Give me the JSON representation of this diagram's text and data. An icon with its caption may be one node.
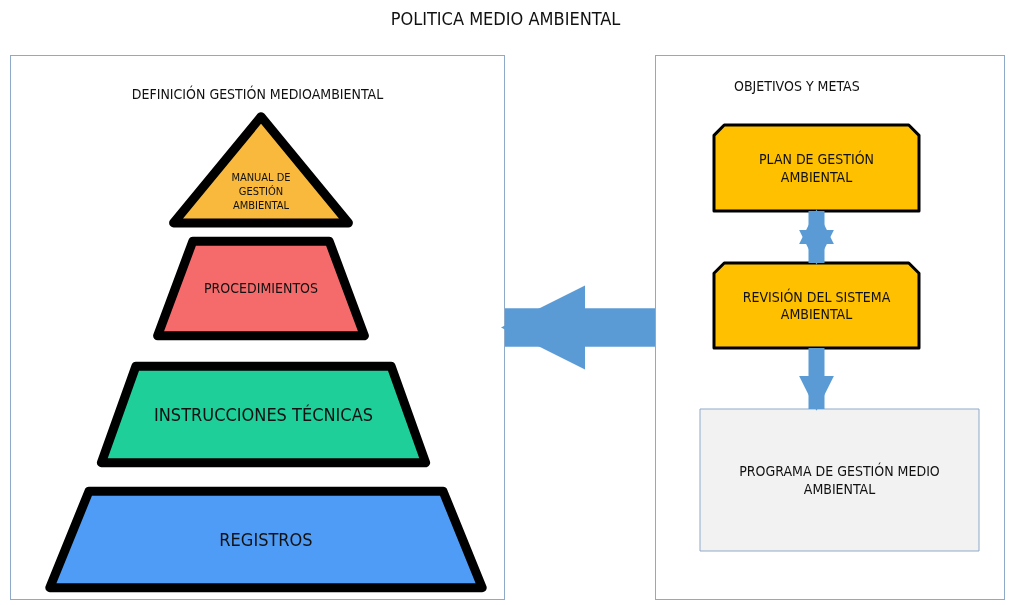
{
  "diagram": {
    "title": "POLITICA MEDIO AMBIENTAL",
    "nodes": [
      {
        "text": [
          "DEFINICIÓN GESTIÓN MEDIOAMBIENTAL"
        ]
      },
      {
        "text": [
          "MANUAL DE GESTIÓN AMBIENTAL"
        ],
        "in": 0
      },
      {
        "text": [
          "PROCEDIMIENTOS"
        ],
        "in": 0
      },
      {
        "text": [
          "INSTRUCCIONES TÉCNICAS"
        ],
        "in": 0
      },
      {
        "text": [
          "REGISTROS"
        ],
        "in": 0
      },
      {
        "text": [
          "OBJETIVOS Y METAS"
        ]
      },
      {
        "text": [
          "PLAN DE GESTIÓN AMBIENTAL"
        ],
        "in": 5
      },
      {
        "text": [
          "REVISIÓN DEL SISTEMA AMBIENTAL"
        ],
        "in": 5
      },
      {
        "text": [
          "PROGRAMA DE GESTIÓN MEDIO AMBIENTAL"
        ],
        "in": 5
      }
    ],
    "edges": [
      {
        "from": 6,
        "to": 7,
        "arrow": "both"
      },
      {
        "from": 7,
        "to": 8,
        "arrow": "to"
      },
      {
        "from": 5,
        "to": 0,
        "arrow": "to",
        "style": "thick"
      }
    ]
  }
}
